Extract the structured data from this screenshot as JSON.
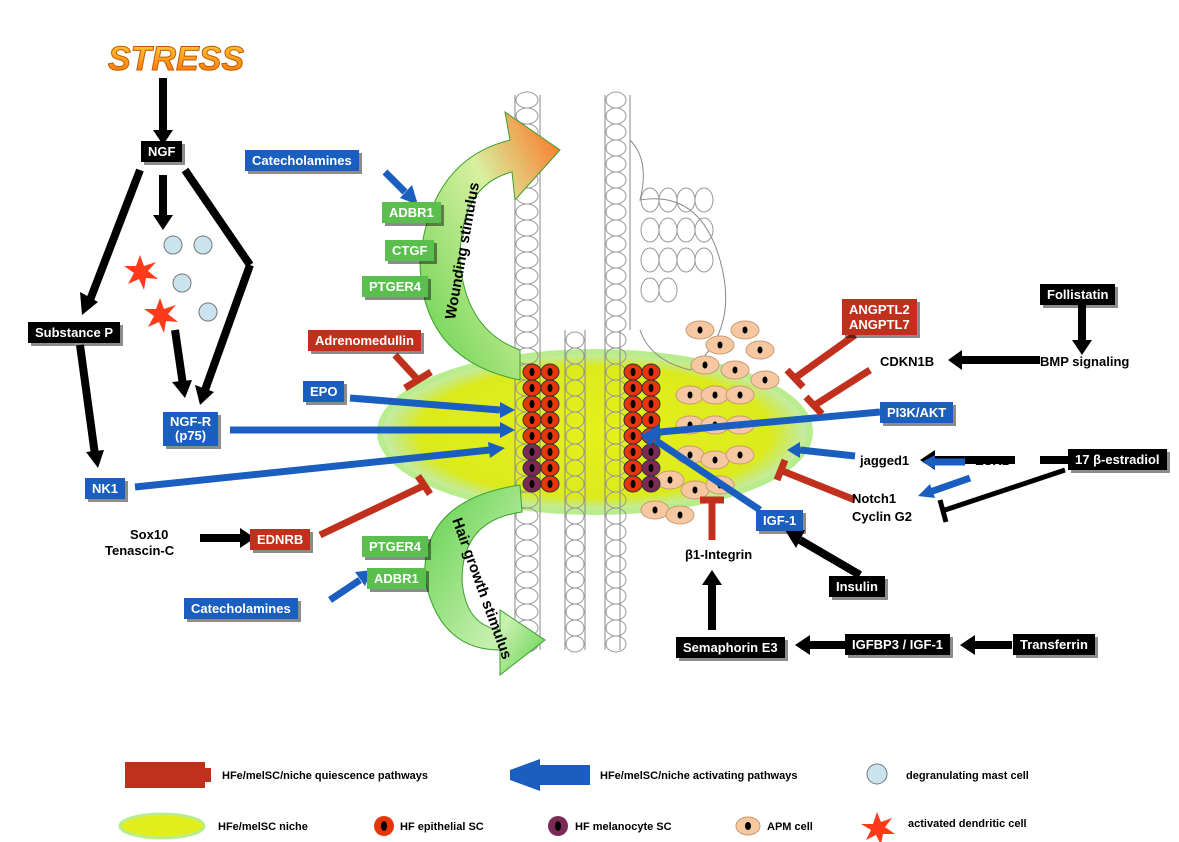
{
  "header": {
    "title": "STRESS"
  },
  "nodes": {
    "ngf": "NGF",
    "substance_p": "Substance P",
    "ngf_r": "NGF-R\n(p75)",
    "nk1": "NK1",
    "sox10": "Sox10",
    "tenascin": "Tenascin-C",
    "ednrb": "EDNRB",
    "catecholamines_top": "Catecholamines",
    "adbr1_top": "ADBR1",
    "ctgf": "CTGF",
    "ptger4_top": "PTGER4",
    "adrenomedullin": "Adrenomedullin",
    "epo": "EPO",
    "ptger4_bottom": "PTGER4",
    "adbr1_bottom": "ADBR1",
    "catecholamines_bottom": "Catecholamines",
    "wounding": "Wounding stimulus",
    "hair_growth": "Hair growth stimulus",
    "angptl2": "ANGPTL2",
    "angptl7": "ANGPTL7",
    "follistatin": "Follistatin",
    "cdkn1b": "CDKN1B",
    "bmp": "BMP signaling",
    "pi3k": "PI3K/AKT",
    "jagged1": "jagged1",
    "esr1": "ESR1",
    "estradiol": "17 β-estradiol",
    "notch1": "Notch1",
    "cyclin": "Cyclin G2",
    "igf1": "IGF-1",
    "b1_integrin": "β1-Integrin",
    "insulin": "Insulin",
    "semaphorin": "Semaphorin E3",
    "igfbp3": "IGFBP3 / IGF-1",
    "transferrin": "Transferrin"
  },
  "legend": {
    "quiescence": "HFe/melSC/niche quiescence pathways",
    "activating": "HFe/melSC/niche activating pathways",
    "mast": "degranulating mast cell",
    "niche": "HFe/melSC niche",
    "epithelial": "HF epithelial SC",
    "melanocyte": "HF melanocyte SC",
    "apm": "APM cell",
    "dendritic": "activated dendritic cell"
  },
  "colors": {
    "activating": "#1a5fbf",
    "quiescence": "#c0301c",
    "niche": "#e2ef1a",
    "green_receptor": "#5bbf4f",
    "epithelial": "#e8360c",
    "melanocyte": "#7a2a55",
    "apm": "#f6c8a2"
  }
}
